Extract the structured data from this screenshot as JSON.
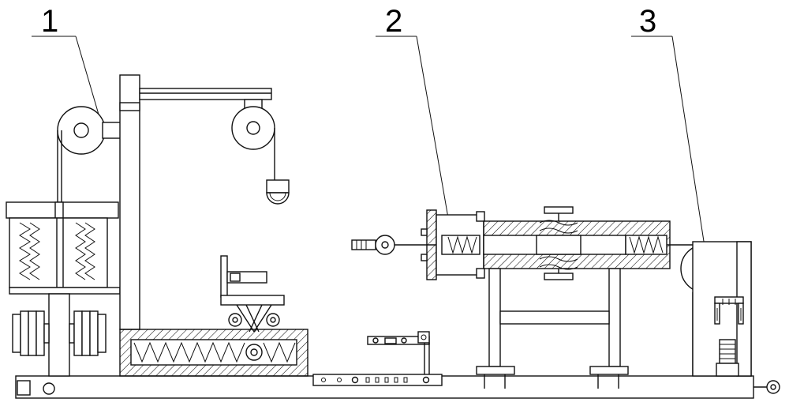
{
  "callouts": [
    {
      "label": "1"
    },
    {
      "label": "2"
    },
    {
      "label": "3"
    }
  ],
  "colors": {
    "line": "#111111",
    "background": "#ffffff",
    "hatch": "#111111"
  }
}
